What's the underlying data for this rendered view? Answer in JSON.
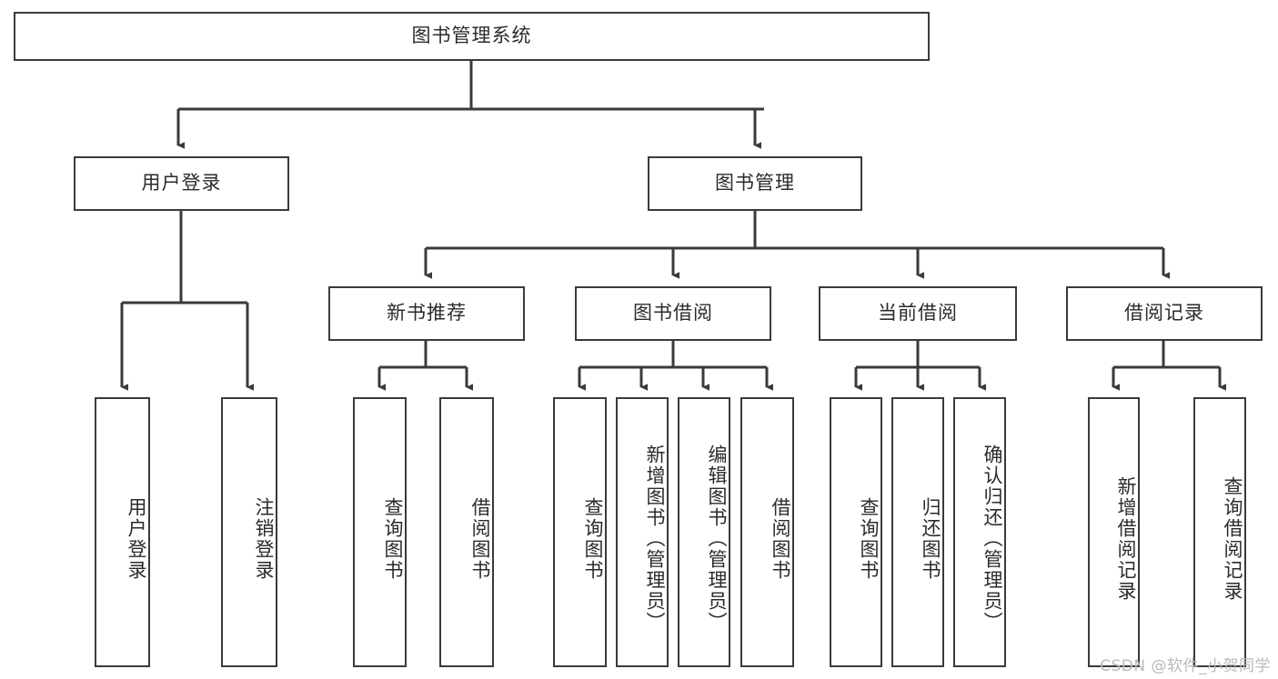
{
  "diagram": {
    "title": "图书管理系统",
    "type": "功能结构图",
    "stroke_color": "#3a3a3a",
    "background_color": "#ffffff",
    "text_color": "#2b2b2b"
  },
  "root": {
    "label": "图书管理系统"
  },
  "level1": [
    {
      "id": "user-login",
      "label": "用户登录"
    },
    {
      "id": "book-management",
      "label": "图书管理"
    }
  ],
  "level2": [
    {
      "id": "new-book-recommend",
      "label": "新书推荐"
    },
    {
      "id": "book-borrow",
      "label": "图书借阅"
    },
    {
      "id": "current-borrow",
      "label": "当前借阅"
    },
    {
      "id": "borrow-record",
      "label": "借阅记录"
    }
  ],
  "leaves": {
    "user_login": [
      {
        "id": "leaf-user-login",
        "label": "用户登录"
      },
      {
        "id": "leaf-logout-login",
        "label": "注销登录"
      }
    ],
    "new_book_recommend": [
      {
        "id": "leaf-query-book-1",
        "label": "查询图书"
      },
      {
        "id": "leaf-borrow-book-1",
        "label": "借阅图书"
      }
    ],
    "book_borrow": [
      {
        "id": "leaf-query-book-2",
        "label": "查询图书"
      },
      {
        "id": "leaf-add-book",
        "label": "新增图书（管理员）"
      },
      {
        "id": "leaf-edit-book",
        "label": "编辑图书（管理员）"
      },
      {
        "id": "leaf-borrow-book-2",
        "label": "借阅图书"
      }
    ],
    "current_borrow": [
      {
        "id": "leaf-query-book-3",
        "label": "查询图书"
      },
      {
        "id": "leaf-return-book",
        "label": "归还图书"
      },
      {
        "id": "leaf-confirm-return",
        "label": "确认归还（管理员）"
      }
    ],
    "borrow_record": [
      {
        "id": "leaf-add-record",
        "label": "新增借阅记录"
      },
      {
        "id": "leaf-query-record",
        "label": "查询借阅记录"
      }
    ]
  },
  "watermark": {
    "text": "CSDN @软件_小贺同学"
  }
}
